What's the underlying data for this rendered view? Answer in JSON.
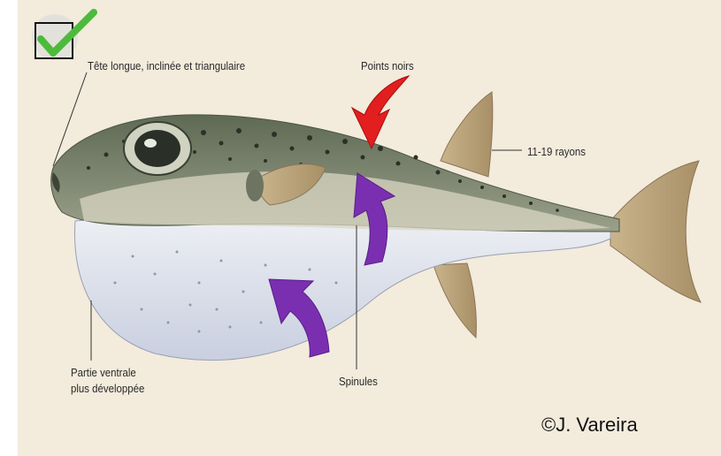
{
  "labels": {
    "head": "Tête longue, inclinée et triangulaire",
    "black_points": "Points noirs",
    "rays": "11-19 rayons",
    "belly_line1": "Partie ventrale",
    "belly_line2": "plus développée",
    "spinules": "Spinules"
  },
  "copyright": "©J. Vareira",
  "icons": [
    "checkmark-icon",
    "red-arrow-icon",
    "purple-arrow-icon"
  ],
  "colors": {
    "background": "#f3ebdc",
    "check": "#4cbb3c",
    "red_arrow": "#e21e1e",
    "purple_arrow": "#7a2fb0"
  }
}
